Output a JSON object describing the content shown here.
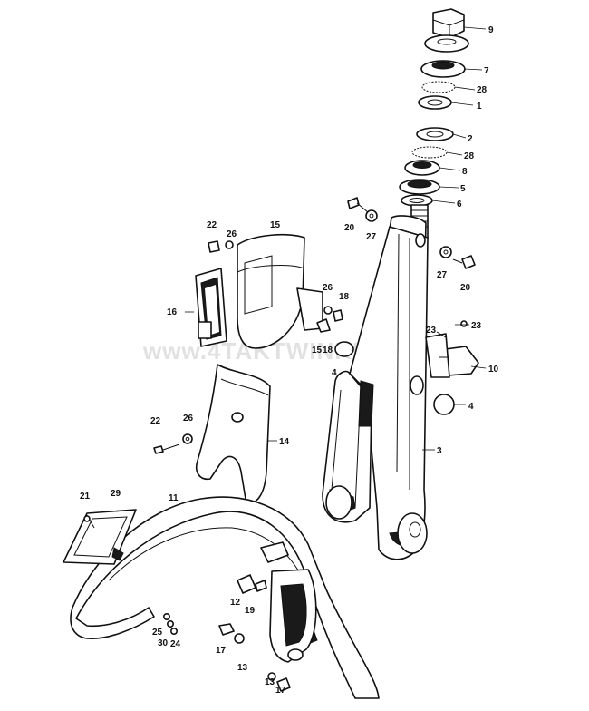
{
  "watermark": "www.4TAKTWINKEL.NL",
  "labels": {
    "l9_top": "9",
    "l7": "7",
    "l28_top": "28",
    "l1": "1",
    "l2": "2",
    "l28_mid": "28",
    "l8": "8",
    "l5": "5",
    "l6": "6",
    "l20_left": "20",
    "l27_left": "27",
    "l27_right": "27",
    "l20_right": "20",
    "l22_top": "22",
    "l26_top": "26",
    "l15_top": "15",
    "l26_mid": "26",
    "l18_top": "18",
    "l16": "16",
    "l15_mid": "15",
    "l18_mid": "18",
    "l4_left": "4",
    "l23_left": "23",
    "l23_right": "23",
    "l10": "10",
    "l4_right": "4",
    "l22_mid": "22",
    "l26_low": "26",
    "l14": "14",
    "l3": "3",
    "l21": "21",
    "l29": "29",
    "l11": "11",
    "l12": "12",
    "l19": "19",
    "l25": "25",
    "l30": "30",
    "l24": "24",
    "l17_left": "17",
    "l13_left": "13",
    "l13_bottom": "13",
    "l17_bottom": "17"
  }
}
